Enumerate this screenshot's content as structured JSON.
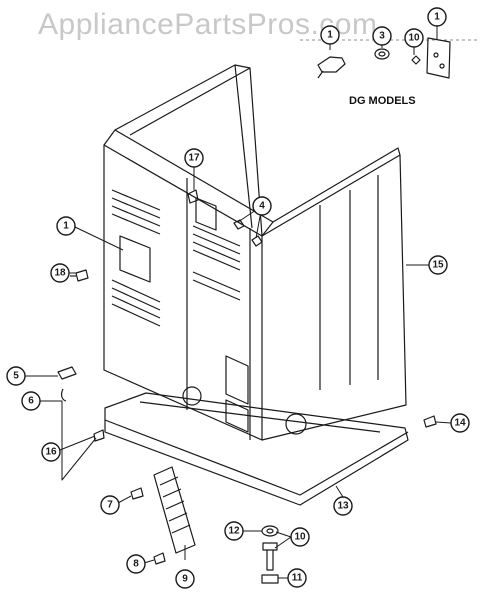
{
  "watermark": "AppliancePartsPros.com",
  "models_label": "DG MODELS",
  "callouts": [
    "1",
    "3",
    "10",
    "1",
    "17",
    "4",
    "1",
    "15",
    "18",
    "5",
    "6",
    "16",
    "14",
    "13",
    "7",
    "12",
    "10",
    "8",
    "11",
    "9"
  ],
  "colors": {
    "ink": "#1a1a1a",
    "watermark": "#c8c8c8",
    "background": "#ffffff"
  }
}
